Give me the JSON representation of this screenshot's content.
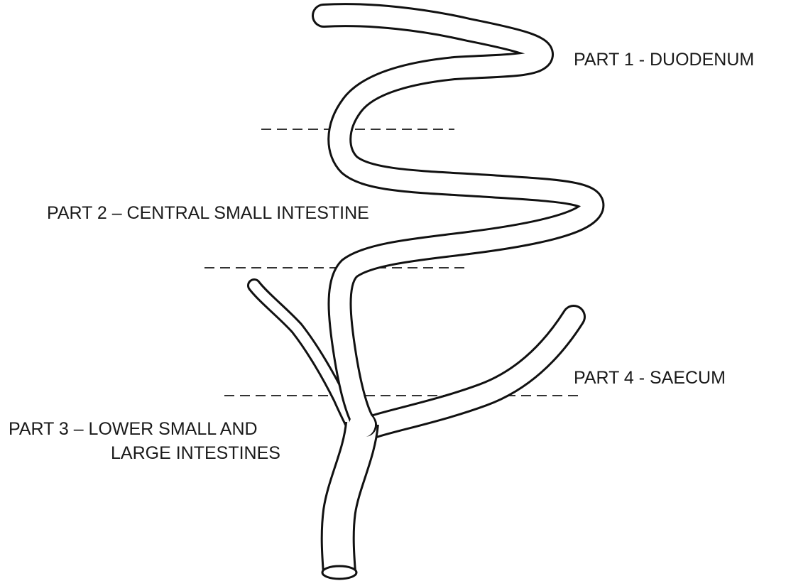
{
  "diagram": {
    "labels": {
      "part1": "PART 1 - DUODENUM",
      "part2": "PART 2 – CENTRAL SMALL INTESTINE",
      "part3_line1": "PART 3 – LOWER SMALL AND",
      "part3_line2": "LARGE INTESTINES",
      "part4": "PART 4 - SAECUM"
    },
    "colors": {
      "stroke": "#111111",
      "background": "#ffffff",
      "text": "#1a1a1a",
      "divider": "#333333"
    }
  }
}
